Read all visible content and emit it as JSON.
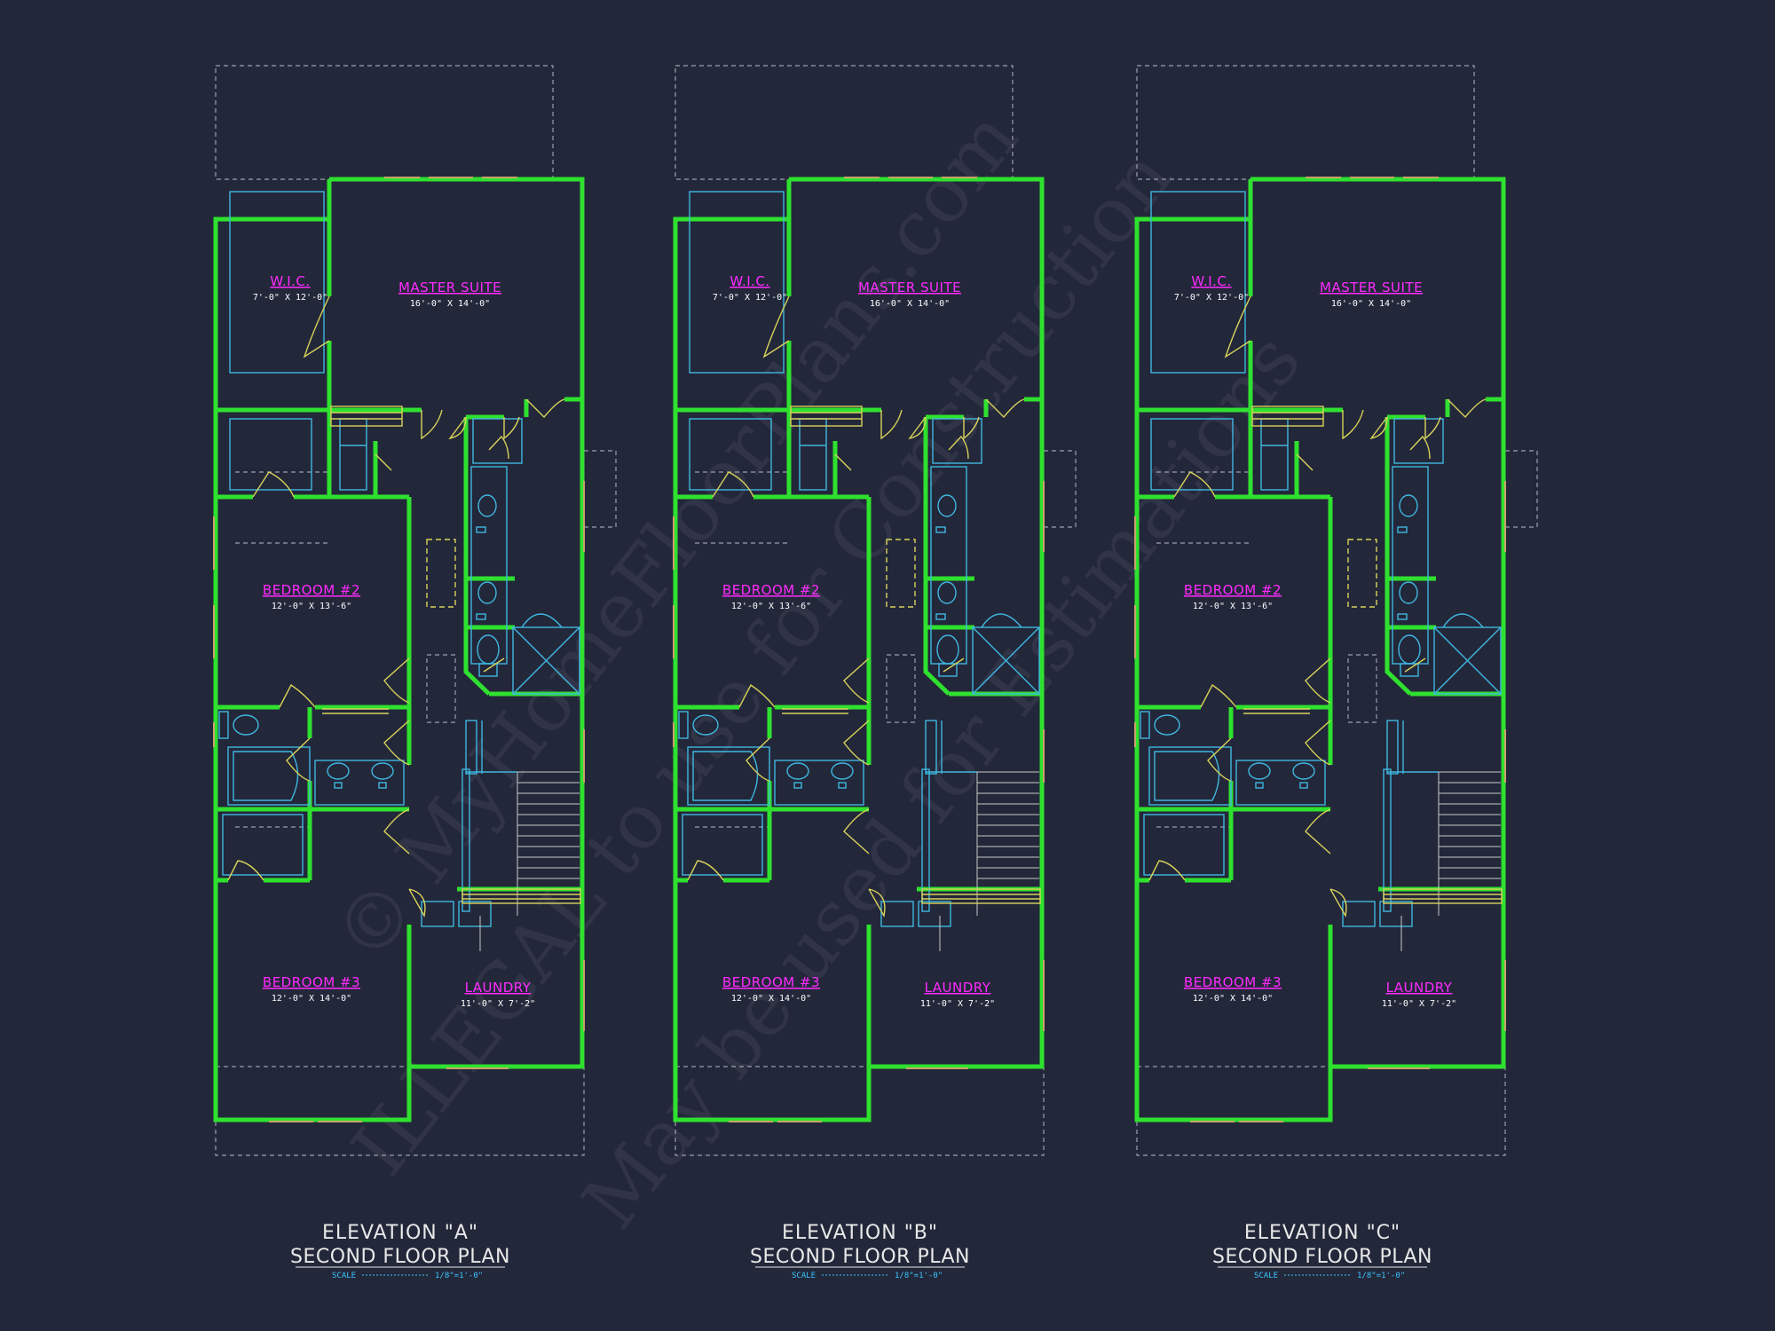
{
  "colors": {
    "background": "#23273a",
    "walls": "#2fe12f",
    "fixtures": "#3fb7e0",
    "doors": "#d8d35a",
    "room_names": "#ff2bff",
    "dims": "#ffffff",
    "dashed": "#9aa0ad"
  },
  "watermark": {
    "line1": "© MyHomeFloorPlans.com",
    "line2": "ILLEGAL to use for Construction",
    "line3": "May be used for Estimations"
  },
  "rooms": {
    "wic": {
      "name": "W.I.C.",
      "dims": "7'-0\" X 12'-0\""
    },
    "master": {
      "name": "MASTER SUITE",
      "dims": "16'-0\" X 14'-0\""
    },
    "bed2": {
      "name": "BEDROOM #2",
      "dims": "12'-0\" X 13'-6\""
    },
    "bed3": {
      "name": "BEDROOM #3",
      "dims": "12'-0\" X 14'-0\""
    },
    "laundry": {
      "name": "LAUNDRY",
      "dims": "11'-0\" X 7'-2\""
    }
  },
  "plans": [
    {
      "title": "ELEVATION \"A\"",
      "subtitle": "SECOND FLOOR PLAN",
      "scale_label": "SCALE",
      "scale_value": "1/8\"=1'-0\""
    },
    {
      "title": "ELEVATION \"B\"",
      "subtitle": "SECOND FLOOR PLAN",
      "scale_label": "SCALE",
      "scale_value": "1/8\"=1'-0\""
    },
    {
      "title": "ELEVATION \"C\"",
      "subtitle": "SECOND FLOOR PLAN",
      "scale_label": "SCALE",
      "scale_value": "1/8\"=1'-0\""
    }
  ]
}
